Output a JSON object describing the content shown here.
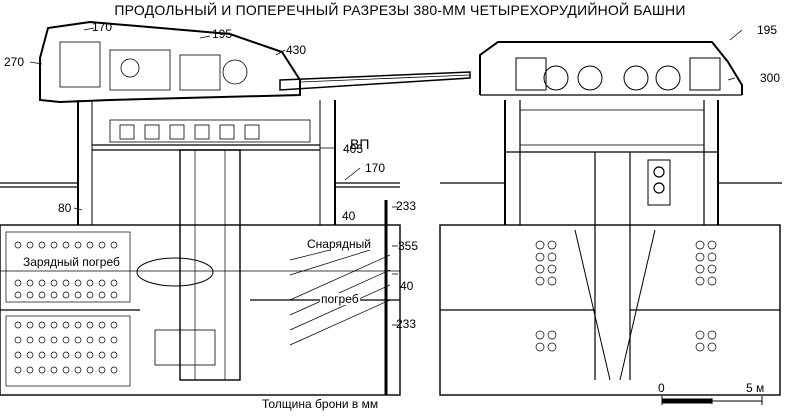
{
  "title": "ПРОДОЛЬНЫЙ И ПОПЕРЕЧНЫЙ РАЗРЕЗЫ 380-ММ ЧЕТЫРЕХОРУДИЙНОЙ БАШНИ",
  "armor_labels": {
    "a170_top": "170",
    "a195_roof_long": "195",
    "a430": "430",
    "a270": "270",
    "vp": "ВП",
    "a405": "405",
    "a170_deck": "170",
    "a80": "80",
    "a40_upper": "40",
    "a233_upper": "233",
    "a355": "355",
    "a40_lower": "40",
    "a233_lower": "233",
    "a195_roof_cross": "195",
    "a300": "300"
  },
  "compartments": {
    "charge_magazine": "Зарядный погреб",
    "shell_room_1": "Снарядный",
    "shell_room_2": "погреб"
  },
  "caption": "Толщина брони в мм",
  "scale": {
    "zero": "0",
    "five": "5 м"
  },
  "colors": {
    "line": "#000000",
    "paper": "#ffffff"
  }
}
